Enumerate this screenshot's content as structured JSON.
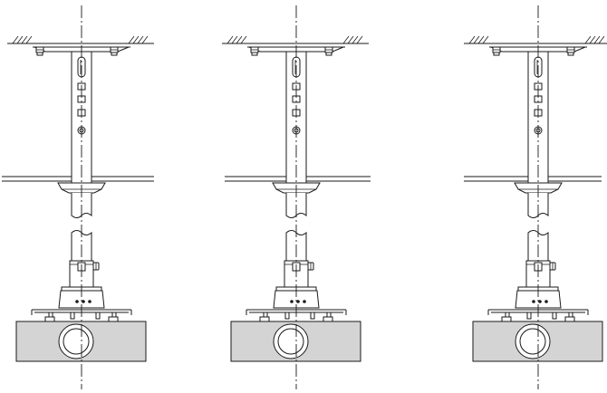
{
  "diagram": {
    "kind": "projector ceiling mount installation",
    "views": [
      {
        "name": "mount-view-1"
      },
      {
        "name": "mount-view-2"
      },
      {
        "name": "mount-view-3"
      }
    ],
    "colors": {
      "line": "#1a1a1a",
      "projector_body": "#d4d4d4",
      "background": "#ffffff"
    }
  }
}
